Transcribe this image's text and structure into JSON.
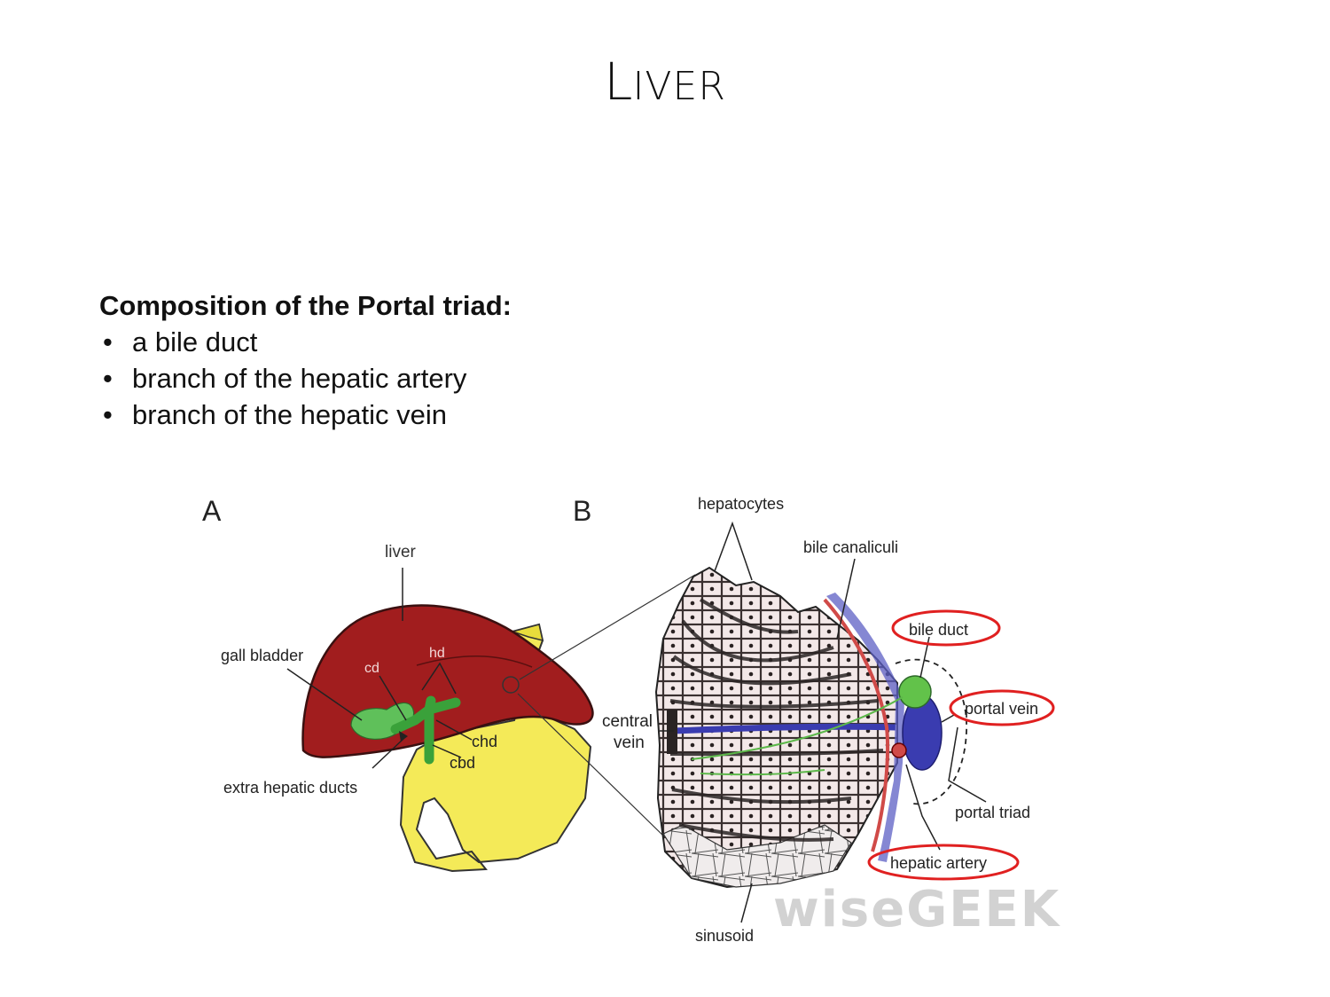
{
  "slide": {
    "title_first": "L",
    "title_rest": "IVER",
    "heading": "Composition of the Portal triad:",
    "bullets": [
      "a bile duct",
      "branch of the hepatic artery",
      "branch of the hepatic vein"
    ]
  },
  "figure": {
    "panel_a": "A",
    "panel_b": "B",
    "labels_a": {
      "liver": "liver",
      "gall_bladder": "gall bladder",
      "cd": "cd",
      "hd": "hd",
      "chd": "chd",
      "cbd": "cbd",
      "extra_hepatic_ducts": "extra hepatic ducts"
    },
    "labels_b": {
      "hepatocytes": "hepatocytes",
      "bile_canaliculi": "bile canaliculi",
      "bile_duct": "bile duct",
      "portal_vein": "portal vein",
      "central_vein_1": "central",
      "central_vein_2": "vein",
      "portal_triad": "portal triad",
      "hepatic_artery": "hepatic artery",
      "sinusoid": "sinusoid"
    },
    "watermark": "wiseGEEK",
    "colors": {
      "liver": "#a11d1e",
      "gall_bladder": "#5fc05a",
      "pancreas": "#f4ea58",
      "portal_vein": "#3a3cb0",
      "hepatic_artery": "#d04a48",
      "highlight_circle": "#e02020"
    }
  }
}
